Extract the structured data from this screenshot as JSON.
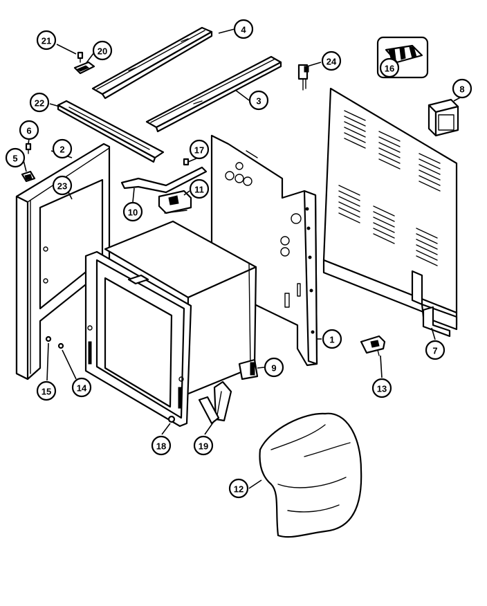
{
  "diagram": {
    "kind": "exploded parts diagram",
    "line_color": "#000000",
    "background": "#ffffff",
    "callouts": [
      {
        "id": "c1",
        "label": "1"
      },
      {
        "id": "c2",
        "label": "2"
      },
      {
        "id": "c3",
        "label": "3"
      },
      {
        "id": "c4",
        "label": "4"
      },
      {
        "id": "c5",
        "label": "5"
      },
      {
        "id": "c6",
        "label": "6"
      },
      {
        "id": "c7",
        "label": "7"
      },
      {
        "id": "c8",
        "label": "8"
      },
      {
        "id": "c9",
        "label": "9"
      },
      {
        "id": "c10",
        "label": "10"
      },
      {
        "id": "c11",
        "label": "11"
      },
      {
        "id": "c12",
        "label": "12"
      },
      {
        "id": "c13",
        "label": "13"
      },
      {
        "id": "c14",
        "label": "14"
      },
      {
        "id": "c15",
        "label": "15"
      },
      {
        "id": "c16",
        "label": "16"
      },
      {
        "id": "c17",
        "label": "17"
      },
      {
        "id": "c18",
        "label": "18"
      },
      {
        "id": "c19",
        "label": "19"
      },
      {
        "id": "c20",
        "label": "20"
      },
      {
        "id": "c21",
        "label": "21"
      },
      {
        "id": "c22",
        "label": "22"
      },
      {
        "id": "c23",
        "label": "23"
      },
      {
        "id": "c24",
        "label": "24"
      }
    ]
  }
}
